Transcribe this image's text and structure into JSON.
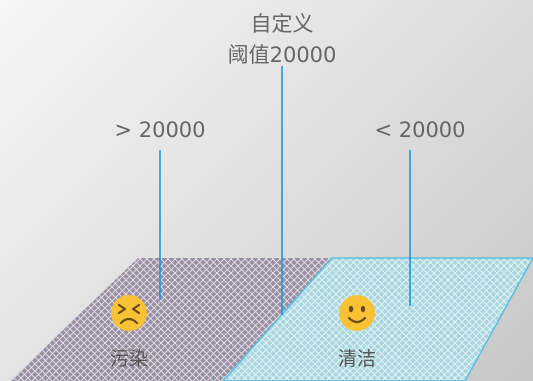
{
  "threshold": {
    "line1": "自定义",
    "line2": "阈值20000"
  },
  "left_zone": {
    "range_label": "> 20000",
    "state_label": "污染",
    "face_icon": "grimacing-face-icon",
    "fill_color": "#9a8fa3"
  },
  "right_zone": {
    "range_label": "< 20000",
    "state_label": "清洁",
    "face_icon": "smiling-face-icon",
    "fill_color": "#a9d6df"
  },
  "colors": {
    "leader_line": "#1a9ad6",
    "zone_border": "#5bc0de",
    "emoji_yellow": "#f7c335"
  }
}
